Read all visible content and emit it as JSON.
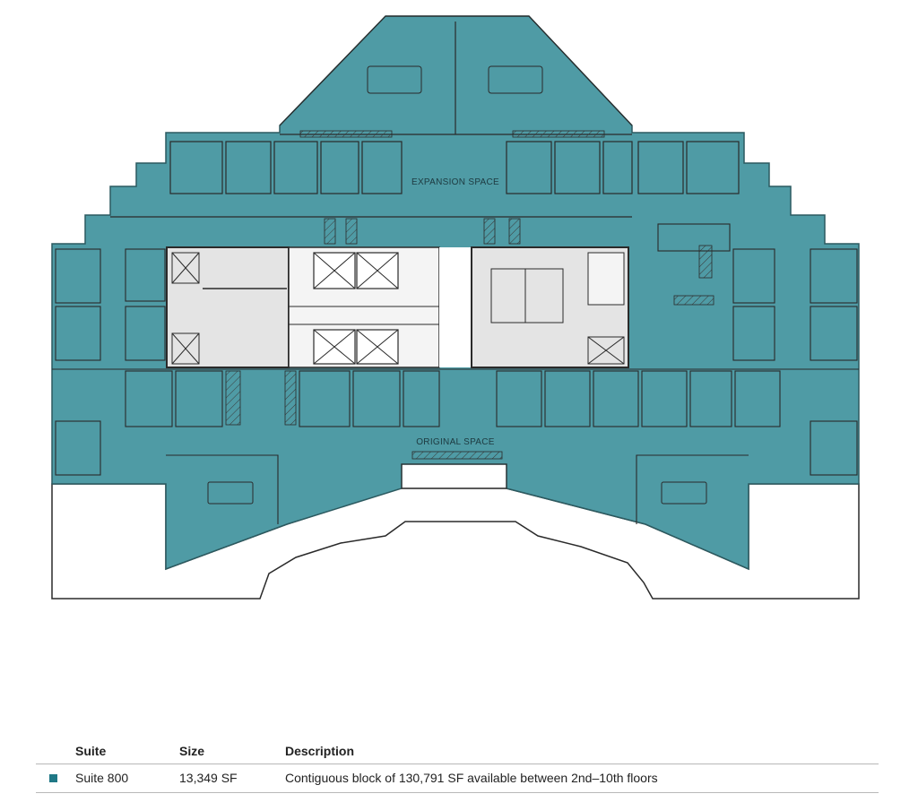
{
  "floorplan": {
    "labels": {
      "expansion": "EXPANSION SPACE",
      "original": "ORIGINAL SPACE"
    },
    "colors": {
      "suite_fill": "#4f9ba5",
      "suite_stroke": "#2c5a60",
      "core_fill": "#e4e4e4",
      "line": "#2a2a2a"
    }
  },
  "table": {
    "headers": {
      "suite": "Suite",
      "size": "Size",
      "description": "Description"
    },
    "rows": [
      {
        "swatch_color": "#1f7886",
        "suite": "Suite 800",
        "size": "13,349 SF",
        "description": "Contiguous block of 130,791 SF available between 2nd–10th floors"
      }
    ]
  }
}
